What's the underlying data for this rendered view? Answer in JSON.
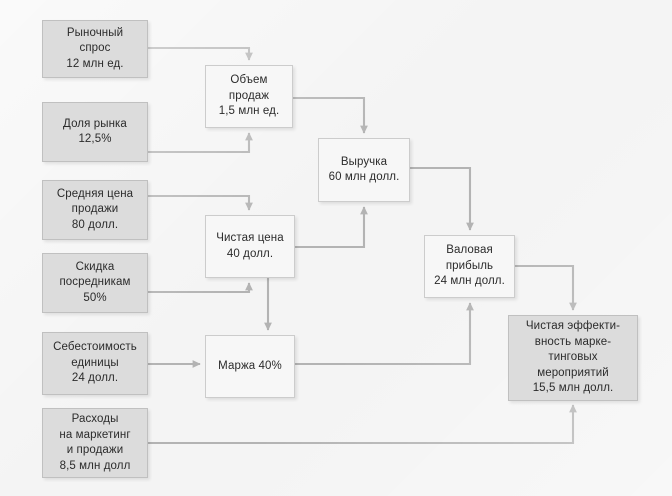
{
  "diagram": {
    "title": "Marketing effectiveness calculation chain",
    "background_color": "#f4f4f4",
    "input_box_color": "#dcdcdc",
    "calc_box_color": "#f7f7f7",
    "connector_color": "#b0b0b0",
    "nodes": [
      {
        "id": "market_demand",
        "type": "input",
        "text": "Рыночный\nспрос\n12 млн ед."
      },
      {
        "id": "market_share",
        "type": "input",
        "text": "Доля рынка\n12,5%"
      },
      {
        "id": "avg_price",
        "type": "input",
        "text": "Средняя цена\nпродажи\n80 долл."
      },
      {
        "id": "discount",
        "type": "input",
        "text": "Скидка\nпосредникам\n50%"
      },
      {
        "id": "unit_cost",
        "type": "input",
        "text": "Себестоимость\nединицы\n24 долл."
      },
      {
        "id": "marketing_costs",
        "type": "input",
        "text": "Расходы\nна маркетинг\nи продажи\n8,5 млн долл"
      },
      {
        "id": "sales_volume",
        "type": "calc",
        "text": "Объем\nпродаж\n1,5 млн ед."
      },
      {
        "id": "net_price",
        "type": "calc",
        "text": "Чистая цена\n40 долл."
      },
      {
        "id": "margin",
        "type": "calc",
        "text": "Маржа 40%"
      },
      {
        "id": "revenue",
        "type": "calc",
        "text": "Выручка\n60 млн долл."
      },
      {
        "id": "gross_profit",
        "type": "calc",
        "text": "Валовая\nприбыль\n24 млн долл."
      },
      {
        "id": "net_effectiveness",
        "type": "input",
        "text": "Чистая эффекти-\nвность марке-\nтинговых\nмероприятий\n15,5 млн долл."
      }
    ],
    "edges": [
      {
        "from": "market_demand",
        "to": "sales_volume"
      },
      {
        "from": "market_share",
        "to": "sales_volume"
      },
      {
        "from": "avg_price",
        "to": "net_price"
      },
      {
        "from": "discount",
        "to": "net_price"
      },
      {
        "from": "unit_cost",
        "to": "margin"
      },
      {
        "from": "net_price",
        "to": "margin"
      },
      {
        "from": "sales_volume",
        "to": "revenue"
      },
      {
        "from": "net_price",
        "to": "revenue"
      },
      {
        "from": "margin",
        "to": "gross_profit"
      },
      {
        "from": "revenue",
        "to": "gross_profit"
      },
      {
        "from": "gross_profit",
        "to": "net_effectiveness"
      },
      {
        "from": "marketing_costs",
        "to": "net_effectiveness"
      }
    ]
  }
}
